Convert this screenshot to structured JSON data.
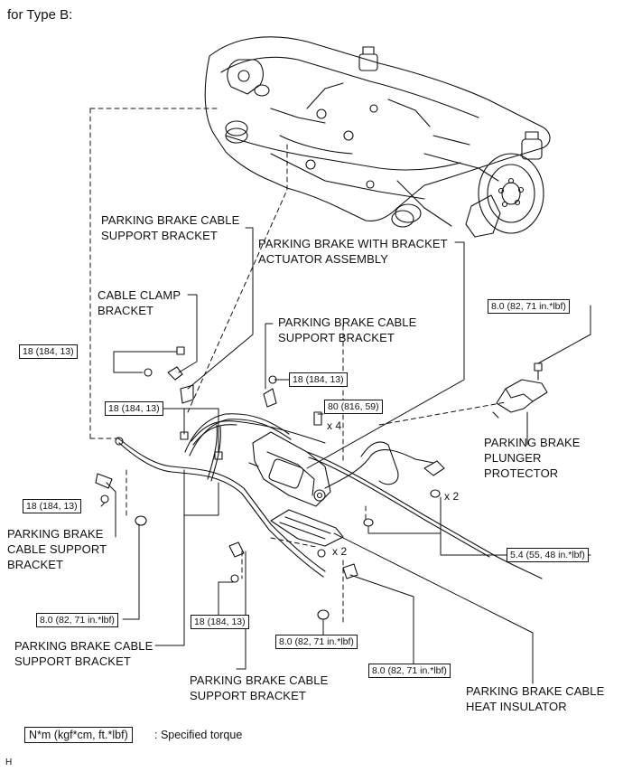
{
  "title": "for Type B:",
  "labels": {
    "pbcsb_top": [
      "PARKING BRAKE CABLE",
      "SUPPORT BRACKET"
    ],
    "pbwba": [
      "PARKING BRAKE WITH BRACKET",
      "ACTUATOR ASSEMBLY"
    ],
    "cable_clamp": [
      "CABLE CLAMP",
      "BRACKET"
    ],
    "pbcsb_mid": [
      "PARKING BRAKE CABLE",
      "SUPPORT BRACKET"
    ],
    "plunger": [
      "PARKING BRAKE",
      "PLUNGER",
      "PROTECTOR"
    ],
    "pbcsb_left": [
      "PARKING BRAKE",
      "CABLE SUPPORT",
      "BRACKET"
    ],
    "pbcsb_low": [
      "PARKING BRAKE CABLE",
      "SUPPORT BRACKET"
    ],
    "pbcsb_bottom": [
      "PARKING BRAKE CABLE",
      "SUPPORT BRACKET"
    ],
    "heat_ins": [
      "PARKING BRAKE CABLE",
      "HEAT INSULATOR"
    ]
  },
  "torques": {
    "t1": "18 (184, 13)",
    "t2": "18 (184, 13)",
    "t3": "18 (184, 13)",
    "t4": "80 (816, 59)",
    "t5": "8.0 (82, 71 in.*lbf)",
    "t6": "18 (184, 13)",
    "t7": "5.4 (55, 48 in.*lbf)",
    "t8": "8.0 (82, 71 in.*lbf)",
    "t9": "18 (184, 13)",
    "t10": "8.0 (82, 71 in.*lbf)",
    "t11": "8.0 (82, 71 in.*lbf)"
  },
  "multipliers": {
    "m4": "x 4",
    "m2a": "x 2",
    "m2b": "x 2"
  },
  "legend": {
    "box": "N*m (kgf*cm, ft.*lbf)",
    "text": ": Specified torque"
  },
  "footer": "H"
}
